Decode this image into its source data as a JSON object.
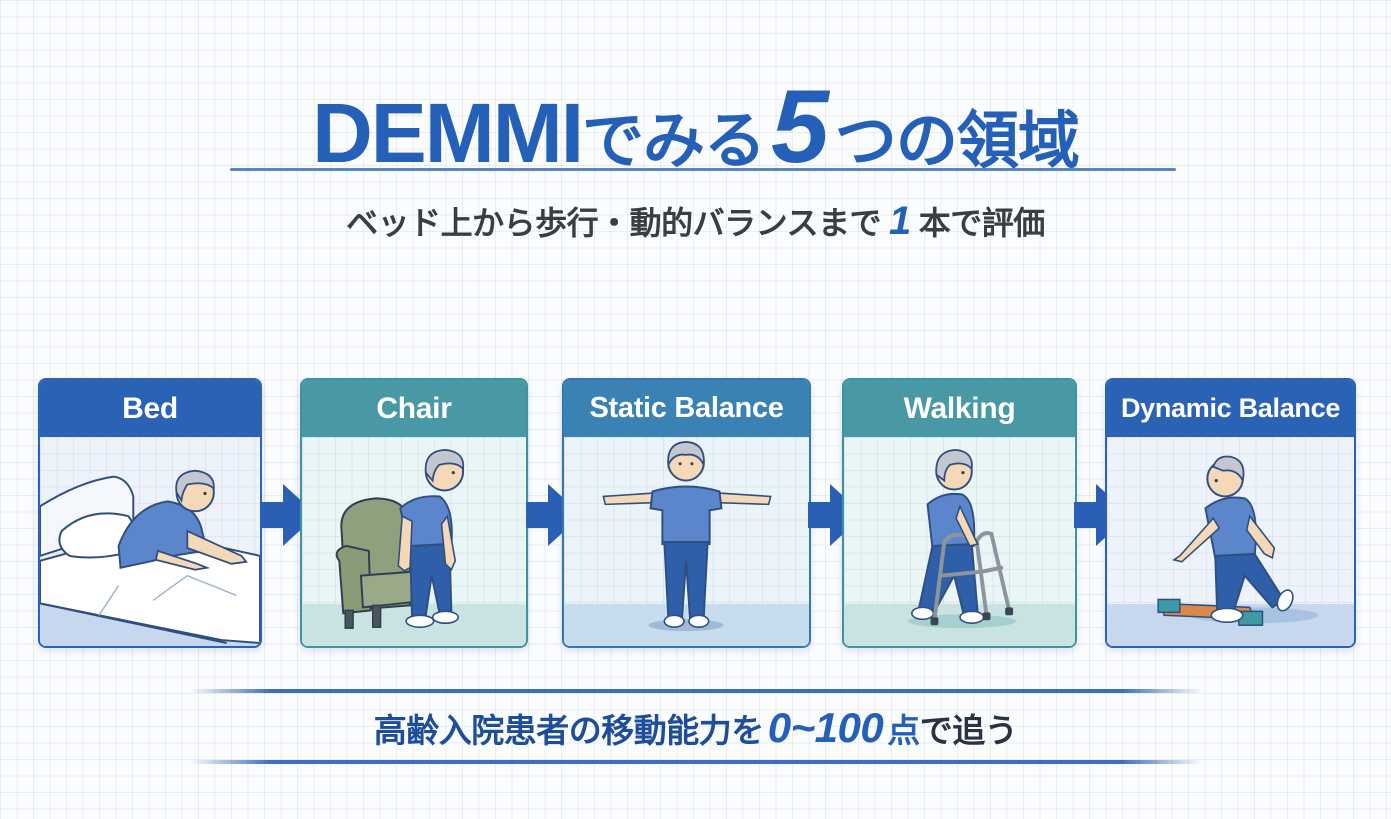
{
  "title": {
    "latin": "DEMMI",
    "jp_pre": "でみる",
    "number": "5",
    "jp_post": "つの領域"
  },
  "subtitle": {
    "pre": "ベッド上から歩行・動的バランスまで",
    "number": "1",
    "post": "本で評価"
  },
  "domains": [
    {
      "label": "Bed",
      "icon": "patient-getting-out-of-bed-icon",
      "header_color": "#2a63b5"
    },
    {
      "label": "Chair",
      "icon": "patient-rising-from-chair-icon",
      "header_color": "#4898a5"
    },
    {
      "label": "Static Balance",
      "icon": "patient-standing-arms-out-icon",
      "header_color": "#3a82b3"
    },
    {
      "label": "Walking",
      "icon": "patient-walking-with-walker-icon",
      "header_color": "#4898a5"
    },
    {
      "label": "Dynamic Balance",
      "icon": "patient-stepping-over-beam-icon",
      "header_color": "#2a63b5"
    }
  ],
  "arrows": {
    "icon": "arrow-right-icon",
    "color": "#2a5fb5"
  },
  "tagline": {
    "pre": "高齢入院患者の移動能力を",
    "range": "0~100",
    "unit": "点",
    "post": "で追う"
  },
  "colors": {
    "primary_blue": "#2460b8",
    "teal": "#4898a5",
    "text_dark": "#3a3d44"
  }
}
